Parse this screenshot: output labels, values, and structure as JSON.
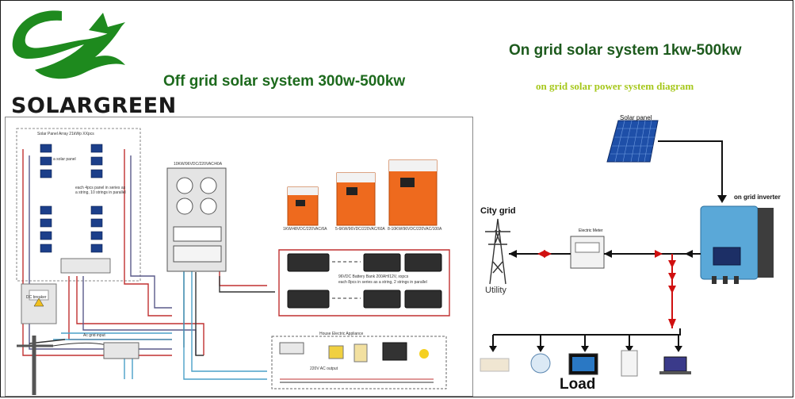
{
  "brand": {
    "name": "SOLARGREEN"
  },
  "titles": {
    "off_grid": "Off grid solar system 300w-500kw",
    "on_grid": "On grid solar system 1kw-500kw",
    "on_grid_diagram": "on grid solar power system diagram"
  },
  "off_grid_diagram": {
    "array_label": "Solar Panel Array 21kWp XXpcs",
    "inverter_label": "10KW/96VDC/220VAC/40A",
    "string_note_1": "a solar panel",
    "string_note_2": "each 4pcs panel in series as a string, 10 strings in parallel",
    "battery_label": "96VDC Battery Bank 200AH/12V, xxpcs",
    "battery_note": "each 8pcs in series as a string, 2 strings in parallel",
    "unit_small": "1KW/48VDC/220VAC/6A",
    "unit_medium": "5-6KW/96VDC/220VAC/60A",
    "unit_large": "8-10KW/96VDC/220VAC/100A",
    "ac_grid_input": "Ac grid input",
    "appliance_label": "House Electric Appliance",
    "ac_output": "220V AC output",
    "pv_box": "DC breaker"
  },
  "on_grid_diagram": {
    "solar_panel": "Solar panel",
    "inverter": "on grid inverter",
    "city_grid": "City grid",
    "utility": "Utility",
    "meter": "Electric Meter",
    "load": "Load"
  },
  "colors": {
    "brand_green": "#1e8a1e",
    "title_green": "#1d6a1d",
    "subtitle_yellow": "#a6c81c",
    "inverter_orange": "#ee6a1e",
    "arrow_red": "#d01010",
    "inverter_blue": "#5aa8d8"
  }
}
